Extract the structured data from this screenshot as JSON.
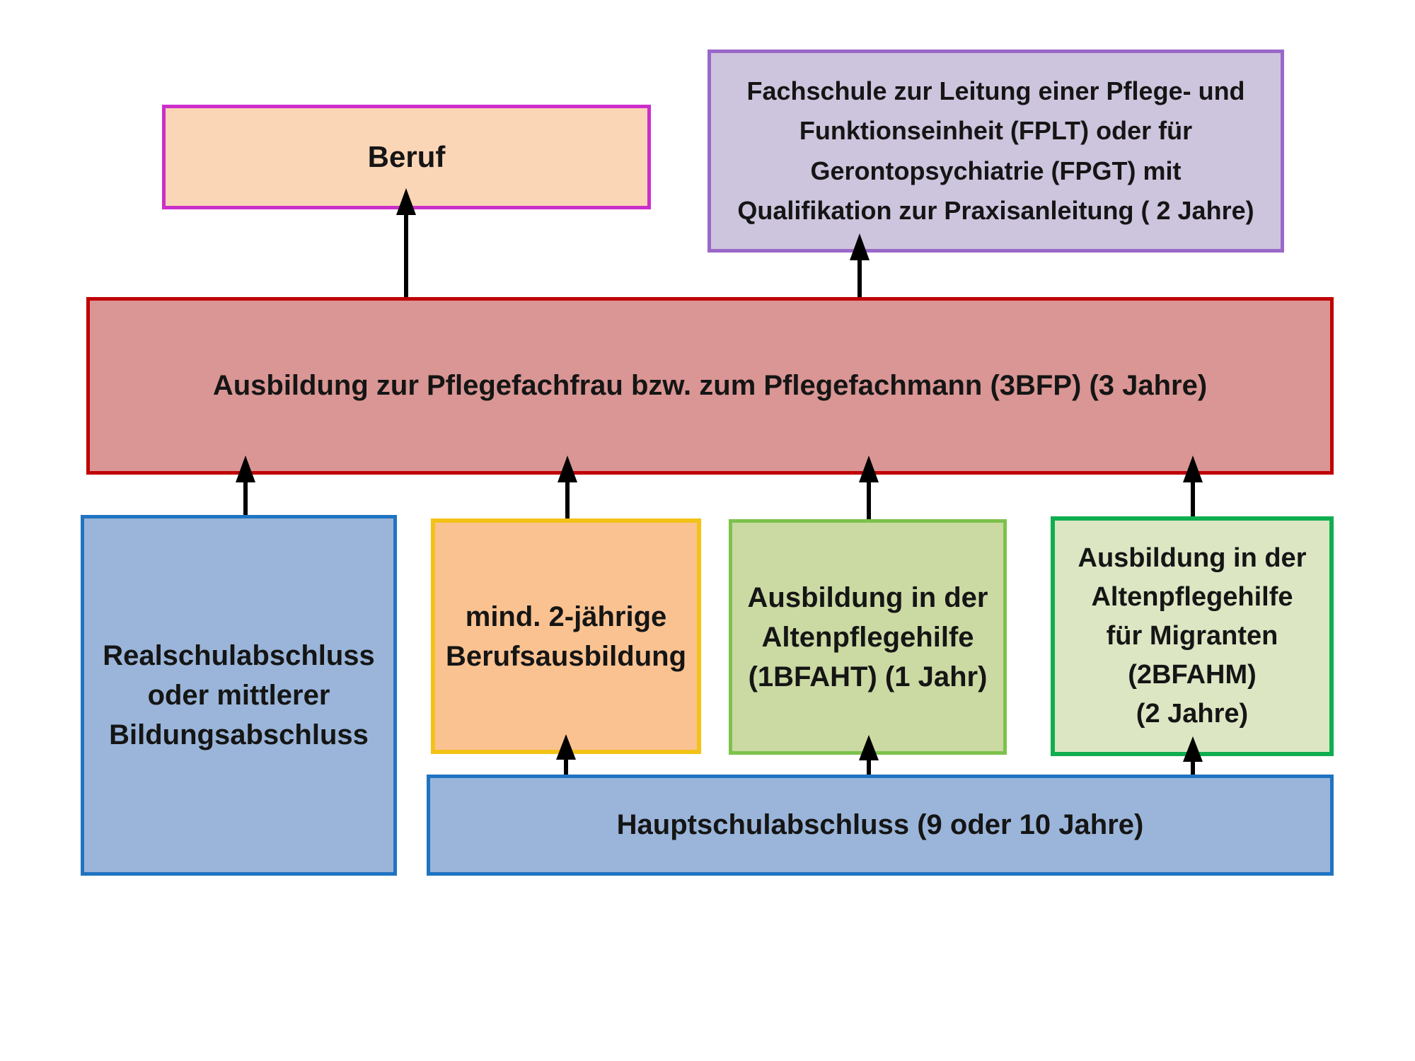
{
  "diagram": {
    "background_color": "#FFFFFF",
    "arrow_color": "#000000",
    "boxes": {
      "beruf": {
        "label": "Beruf",
        "fill": "#FBD6B6",
        "border": "#CC2ECC"
      },
      "fachschule": {
        "label": "Fachschule  zur Leitung einer Pflege- und\nFunktionseinheit (FPLT) oder für\nGerontopsychiatrie (FPGT) mit\nQualifikation zur Praxisanleitung ( 2 Jahre)",
        "fill": "#CDC4DD",
        "border": "#9A68C8"
      },
      "pflegefachausbildung": {
        "label": "Ausbildung zur Pflegefachfrau bzw. zum Pflegefachmann (3BFP) (3 Jahre)",
        "fill": "#D99694",
        "border": "#C00000"
      },
      "realschulabschluss": {
        "label": "Realschulabschluss\noder mittlerer\nBildungsabschluss",
        "fill": "#9AB5D9",
        "border": "#1F74C2"
      },
      "berufsausbildung": {
        "label": "mind. 2-jährige\nBerufsausbildung",
        "fill": "#FAC291",
        "border": "#F2C216"
      },
      "altenpflegehilfe": {
        "label": "Ausbildung in der\nAltenpflegehilfe\n(1BFAHT) (1 Jahr)",
        "fill": "#CBD9A3",
        "border": "#7DC24C"
      },
      "altenpflegehilfe_migranten": {
        "label": "Ausbildung in der\nAltenpflegehilfe\nfür Migranten\n(2BFAHM)\n(2 Jahre)",
        "fill": "#DCE6C3",
        "border": "#0FAE4F"
      },
      "hauptschulabschluss": {
        "label": "Hauptschulabschluss (9 oder 10 Jahre)",
        "fill": "#9AB5D9",
        "border": "#1F74C2"
      }
    },
    "connections": [
      {
        "from": "pflegefachausbildung",
        "to": "beruf"
      },
      {
        "from": "pflegefachausbildung",
        "to": "fachschule"
      },
      {
        "from": "realschulabschluss",
        "to": "pflegefachausbildung"
      },
      {
        "from": "berufsausbildung",
        "to": "pflegefachausbildung"
      },
      {
        "from": "altenpflegehilfe",
        "to": "pflegefachausbildung"
      },
      {
        "from": "altenpflegehilfe_migranten",
        "to": "pflegefachausbildung"
      },
      {
        "from": "hauptschulabschluss",
        "to": "berufsausbildung"
      },
      {
        "from": "hauptschulabschluss",
        "to": "altenpflegehilfe"
      },
      {
        "from": "hauptschulabschluss",
        "to": "altenpflegehilfe_migranten"
      }
    ]
  }
}
